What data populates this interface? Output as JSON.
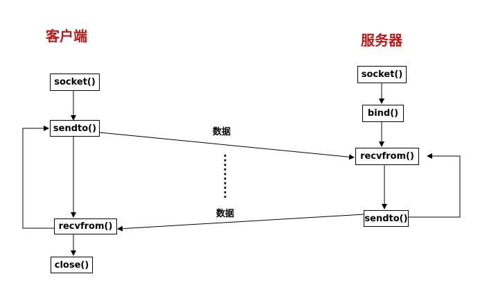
{
  "client": {
    "title": "客户端",
    "nodes": {
      "socket": "socket()",
      "sendto": "sendto()",
      "recvfrom": "recvfrom()",
      "close": "close()"
    }
  },
  "server": {
    "title": "服务器",
    "nodes": {
      "socket": "socket()",
      "bind": "bind()",
      "recvfrom": "recvfrom()",
      "sendto": "sendto()"
    }
  },
  "messages": {
    "request": "数据",
    "response": "数据"
  },
  "colors": {
    "title": "#b51a1a",
    "line": "#000000",
    "text": "#000000"
  }
}
